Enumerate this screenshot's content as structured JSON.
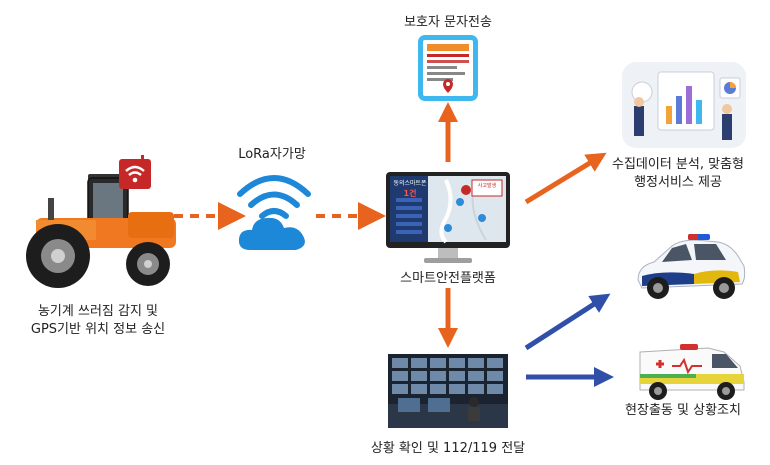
{
  "tractor": {
    "caption_line1": "농기계 쓰러짐 감지 및",
    "caption_line2": "GPS기반 위치 정보 송신"
  },
  "lora": {
    "caption": "LoRa자가망"
  },
  "platform": {
    "caption": "스마트안전플랫폼",
    "screen_title": "동의스마트폰",
    "screen_badge": "1건",
    "map_label": "사고발생"
  },
  "guardian": {
    "caption": "보호자 문자전송"
  },
  "analysis": {
    "caption_line1": "수집데이터 분석, 맞춤형",
    "caption_line2": "행정서비스 제공"
  },
  "control": {
    "caption": "상황 확인 및 112/119 전달"
  },
  "dispatch": {
    "caption": "현장출동 및 상황조치"
  },
  "colors": {
    "orange_arrow": "#E8641E",
    "blue_arrow": "#2F4FA8",
    "wifi_blue": "#1E88D8",
    "alert_red": "#C62828"
  }
}
